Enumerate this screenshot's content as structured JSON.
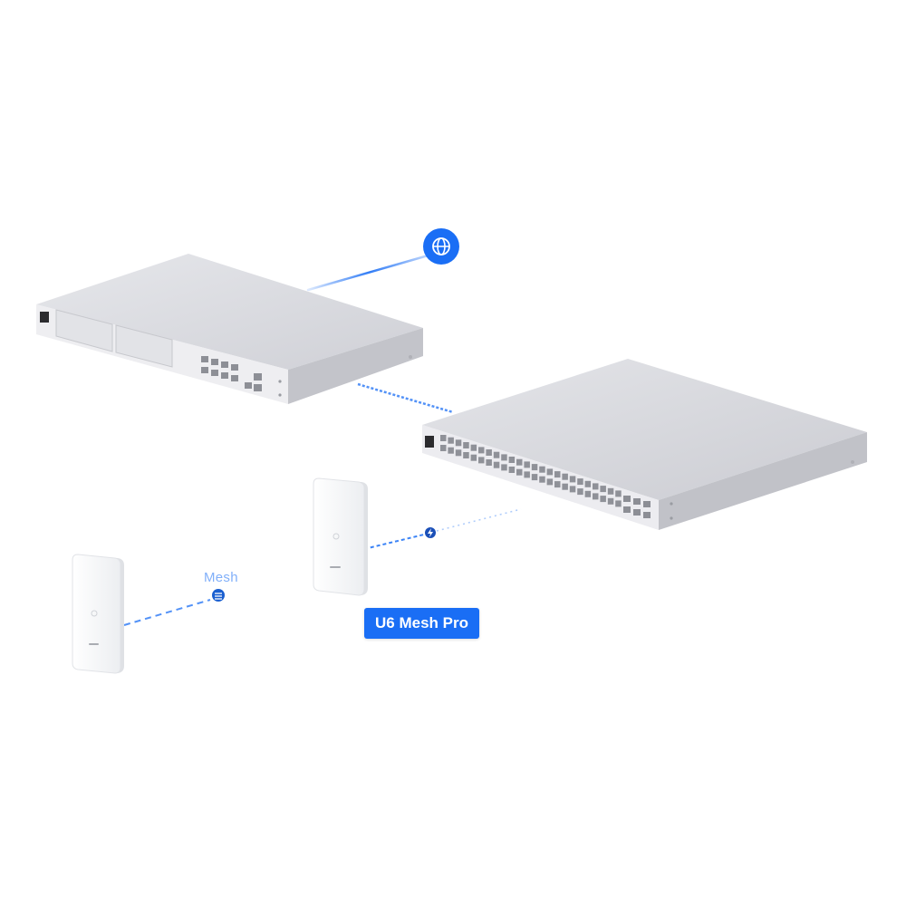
{
  "scene": {
    "devices": [
      {
        "id": "gateway",
        "icon": "rack-gateway-icon"
      },
      {
        "id": "switch",
        "icon": "rack-switch-48-icon"
      },
      {
        "id": "mesh-ap-primary",
        "icon": "mesh-access-point-icon"
      },
      {
        "id": "mesh-ap-secondary",
        "icon": "mesh-access-point-icon"
      }
    ],
    "nodes": {
      "internet": {
        "icon": "globe-icon"
      },
      "poe": {
        "icon": "lightning-icon"
      },
      "mesh": {
        "icon": "mesh-wireless-icon"
      }
    },
    "labels": {
      "primary_ap": "U6 Mesh Pro",
      "mesh_link": "Mesh"
    },
    "colors": {
      "accent": "#1a6ef5",
      "device_top": "#dcdde2",
      "device_front": "#eeeef1",
      "background": "#ffffff"
    }
  }
}
